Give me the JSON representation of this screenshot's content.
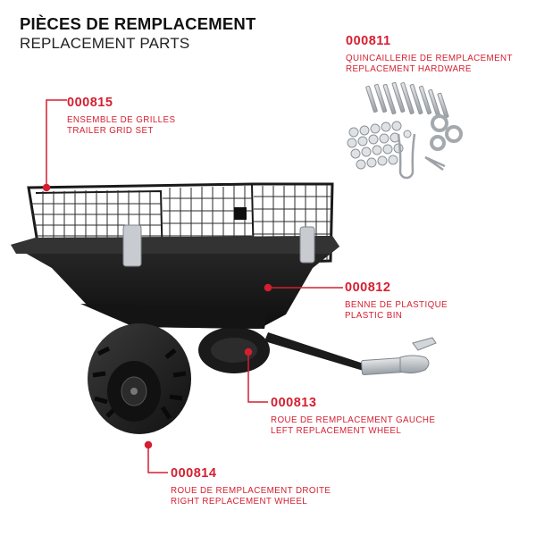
{
  "header": {
    "title_fr": "PIÈCES DE REMPLACEMENT",
    "title_en": "REPLACEMENT PARTS"
  },
  "parts": {
    "hardware": {
      "code": "000811",
      "label_fr": "QUINCAILLERIE DE REMPLACEMENT",
      "label_en": "REPLACEMENT HARDWARE"
    },
    "grid_set": {
      "code": "000815",
      "label_fr": "ENSEMBLE DE GRILLES",
      "label_en": "TRAILER GRID SET"
    },
    "bin": {
      "code": "000812",
      "label_fr": "BENNE DE PLASTIQUE",
      "label_en": "PLASTIC BIN"
    },
    "left_wheel": {
      "code": "000813",
      "label_fr": "ROUE DE REMPLACEMENT GAUCHE",
      "label_en": "LEFT REPLACEMENT WHEEL"
    },
    "right_wheel": {
      "code": "000814",
      "label_fr": "ROUE DE REMPLACEMENT DROITE",
      "label_en": "RIGHT REPLACEMENT WHEEL"
    }
  },
  "colors": {
    "accent": "#d51f30",
    "text": "#111111",
    "plastic": "#1d1d1d",
    "steel": "#b9bdc2"
  }
}
